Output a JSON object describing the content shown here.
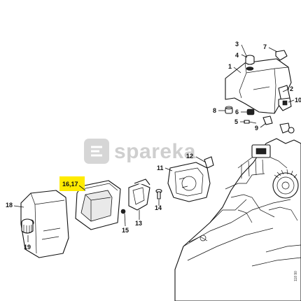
{
  "watermark": {
    "text": "spareka",
    "color": "#d0d0d0"
  },
  "highlight_color": "#ffeb00",
  "drawing_code": "118 90",
  "callouts": {
    "p3": "3",
    "p7": "7",
    "p4": "4",
    "p1": "1",
    "p2": "2",
    "p10": "10",
    "p8": "8",
    "p6": "6",
    "p5": "5",
    "p9": "9",
    "p12": "12",
    "p11": "11",
    "p16_17": "16,17",
    "p18": "18",
    "p14": "14",
    "p13": "13",
    "p15": "15",
    "p19": "19"
  }
}
